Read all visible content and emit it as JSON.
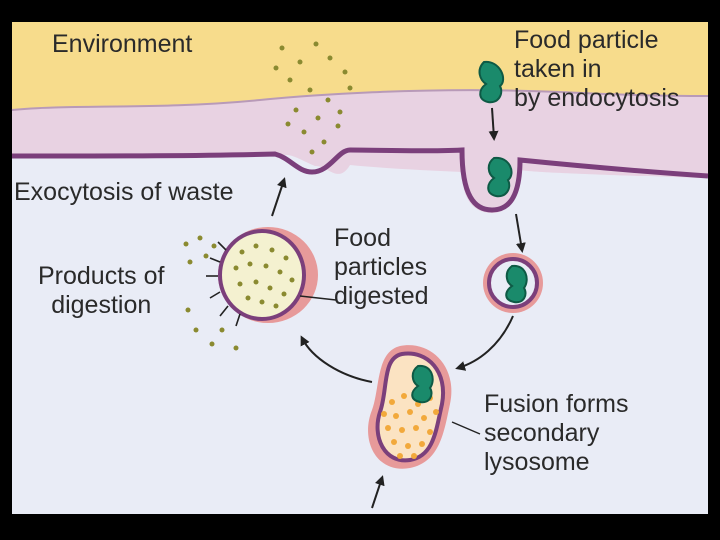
{
  "labels": {
    "environment": "Environment",
    "food_particle_taken_in": "Food particle\ntaken in\nby endocytosis",
    "exocytosis_of_waste": "Exocytosis of waste",
    "products_of_digestion": "Products of\ndigestion",
    "food_particles_digested": "Food\nparticles\ndigested",
    "fusion_forms_secondary_lysosome": "Fusion forms\nsecondary\nlysosome"
  },
  "colors": {
    "background_frame": "#000000",
    "environment_fill": "#f7dc8c",
    "membrane_fill": "#e8d2e2",
    "membrane_stroke": "#7b3f7b",
    "cytoplasm_fill": "#e9ecf6",
    "food_particle": "#1a8a6b",
    "digested_dots": "#8a8a30",
    "lysosome_enzymes": "#f2a93b",
    "vesicle_rim": "#e79a9a",
    "arrow": "#222222"
  }
}
